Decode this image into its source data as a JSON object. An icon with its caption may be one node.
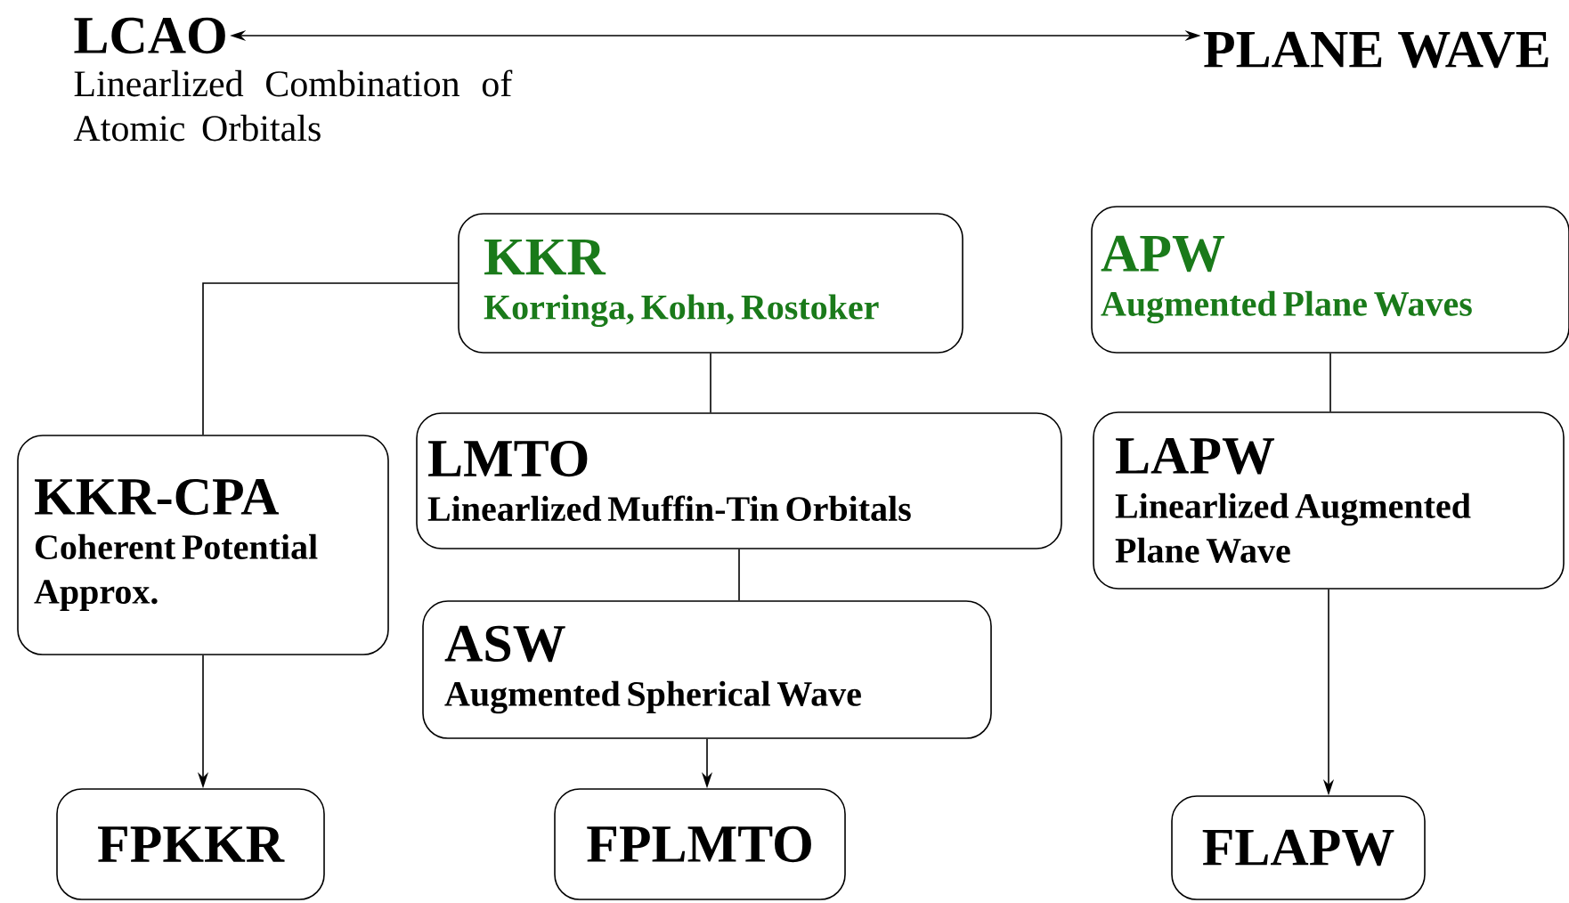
{
  "diagram": {
    "nodes": [
      {
        "text": [
          "LCAO",
          "Linearlized Combination of Atomic Orbitals"
        ]
      },
      {
        "text": [
          "PLANE WAVE"
        ]
      },
      {
        "text": [
          "KKR",
          "Korringa, Kohn, Rostoker"
        ]
      },
      {
        "text": [
          "APW",
          "Augmented Plane Waves"
        ]
      },
      {
        "text": [
          "KKR-CPA",
          "Coherent Potential Approx."
        ]
      },
      {
        "text": [
          "LMTO",
          "Linearlized Muffin-Tin Orbitals"
        ]
      },
      {
        "text": [
          "LAPW",
          "Linearlized Augmented Plane Wave"
        ]
      },
      {
        "text": [
          "ASW",
          "Augmented Spherical Wave"
        ]
      },
      {
        "text": [
          "FPKKR"
        ]
      },
      {
        "text": [
          "FPLMTO"
        ]
      },
      {
        "text": [
          "FLAPW"
        ]
      }
    ],
    "edges": [
      {
        "from": 0,
        "to": 1,
        "arrow": "both"
      },
      {
        "from": 2,
        "to": 4,
        "arrow": "none"
      },
      {
        "from": 2,
        "to": 5,
        "arrow": "none"
      },
      {
        "from": 5,
        "to": 7,
        "arrow": "none"
      },
      {
        "from": 4,
        "to": 8,
        "arrow": "to"
      },
      {
        "from": 7,
        "to": 9,
        "arrow": "to"
      },
      {
        "from": 3,
        "to": 6,
        "arrow": "none"
      },
      {
        "from": 6,
        "to": 10,
        "arrow": "to"
      }
    ]
  }
}
